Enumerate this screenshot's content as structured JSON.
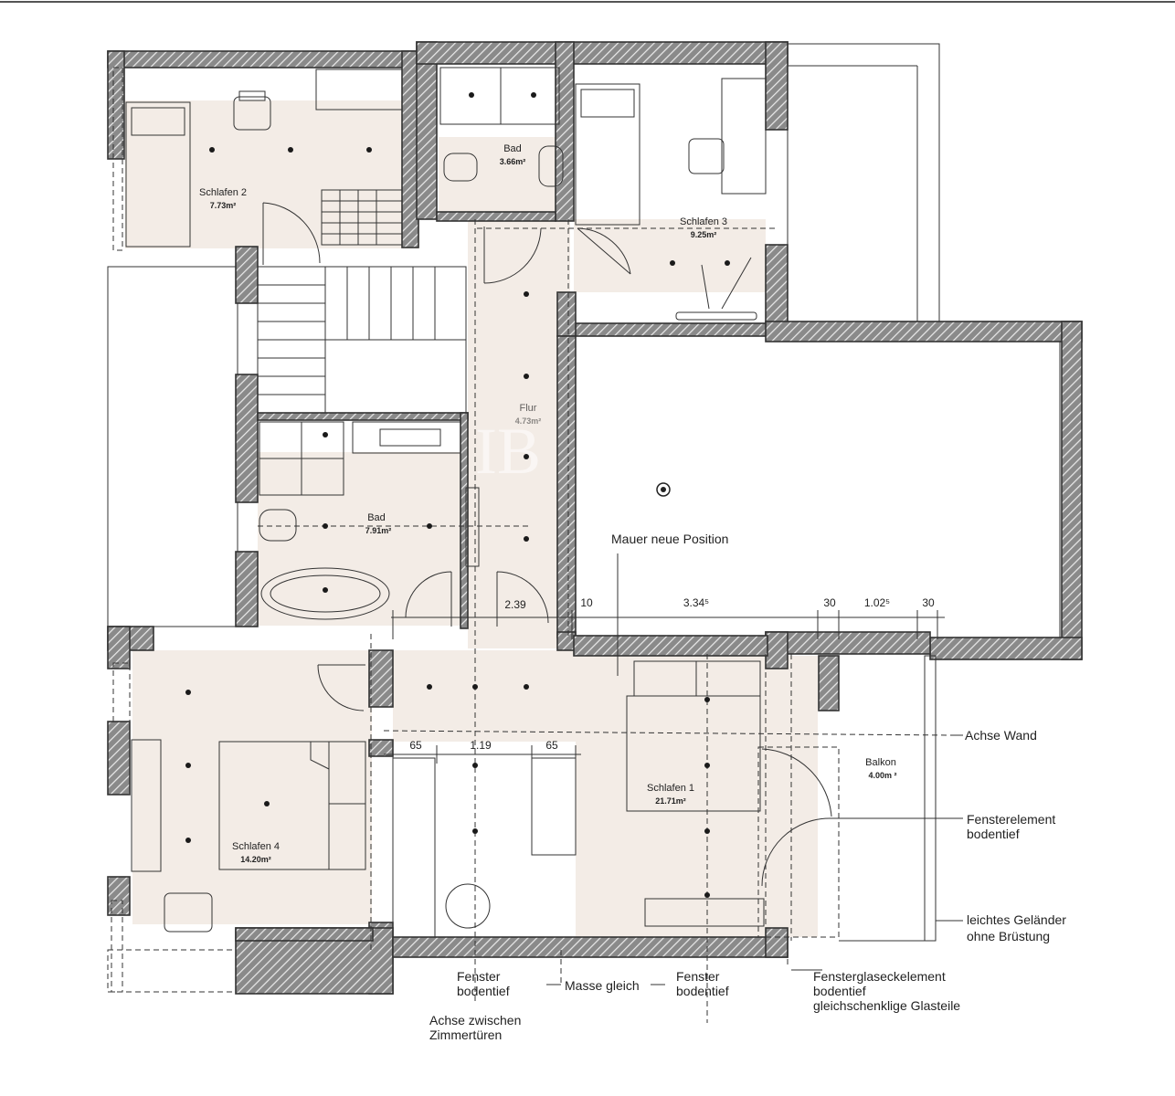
{
  "rooms": {
    "schlafen2": {
      "name": "Schlafen 2",
      "area": "7.73m²"
    },
    "bad_top": {
      "name": "Bad",
      "area": "3.66m²"
    },
    "schlafen3": {
      "name": "Schlafen 3",
      "area": "9.25m²"
    },
    "flur": {
      "name": "Flur",
      "area": "4.73m²"
    },
    "bad_mid": {
      "name": "Bad",
      "area": "7.91m²"
    },
    "schlafen4": {
      "name": "Schlafen 4",
      "area": "14.20m²"
    },
    "schlafen1": {
      "name": "Schlafen 1",
      "area": "21.71m²"
    },
    "balkon": {
      "name": "Balkon",
      "area": "4.00m ²"
    }
  },
  "dimensions": {
    "d239": "2.39",
    "d10": "10",
    "d334": "3.34⁵",
    "d30a": "30",
    "d102": "1.02⁵",
    "d30b": "30",
    "d65a": "65",
    "d119": "1.19",
    "d65b": "65"
  },
  "annotations": {
    "mauer": "Mauer neue Position",
    "achse_wand": "Achse Wand",
    "fensterelement_1": "Fensterelement",
    "fensterelement_2": "bodentief",
    "gelaender_1": "leichtes Geländer",
    "gelaender_2": "ohne Brüstung",
    "fenster_a_1": "Fenster",
    "fenster_a_2": "bodentief",
    "masse": "Masse gleich",
    "fenster_b_1": "Fenster",
    "fenster_b_2": "bodentief",
    "fensterglas_1": "Fensterglaseckelement",
    "fensterglas_2": "bodentief",
    "fensterglas_3": "gleichschenklige Glasteile",
    "achse_zw_1": "Achse zwischen",
    "achse_zw_2": "Zimmertüren"
  },
  "watermark": "IB"
}
